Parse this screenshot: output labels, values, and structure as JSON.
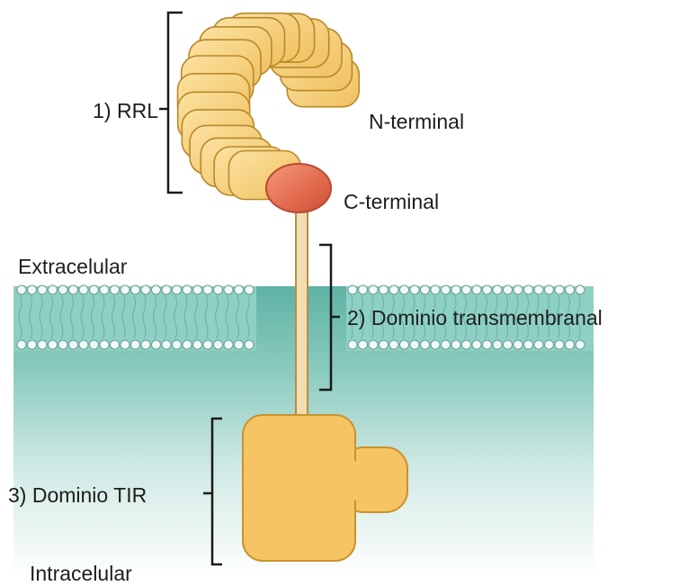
{
  "labels": {
    "rrl": "1) RRL",
    "n_terminal": "N-terminal",
    "c_terminal": "C-terminal",
    "extracelular": "Extracelular",
    "transmembrane": "2) Dominio transmembranal",
    "tir": "3) Dominio TIR",
    "intracelular": "Intracelular"
  },
  "colors": {
    "lrr_segment": "#f6ce72",
    "lrr_outline": "#bb8d2a",
    "c_cap": "#e66a4e",
    "stalk": "#f3dfb3",
    "tir_domain": "#f7c463",
    "membrane_heads": "#f0faf8",
    "cytoplasm_top": "#58ada0",
    "cytoplasm_bottom": "#ffffff"
  }
}
